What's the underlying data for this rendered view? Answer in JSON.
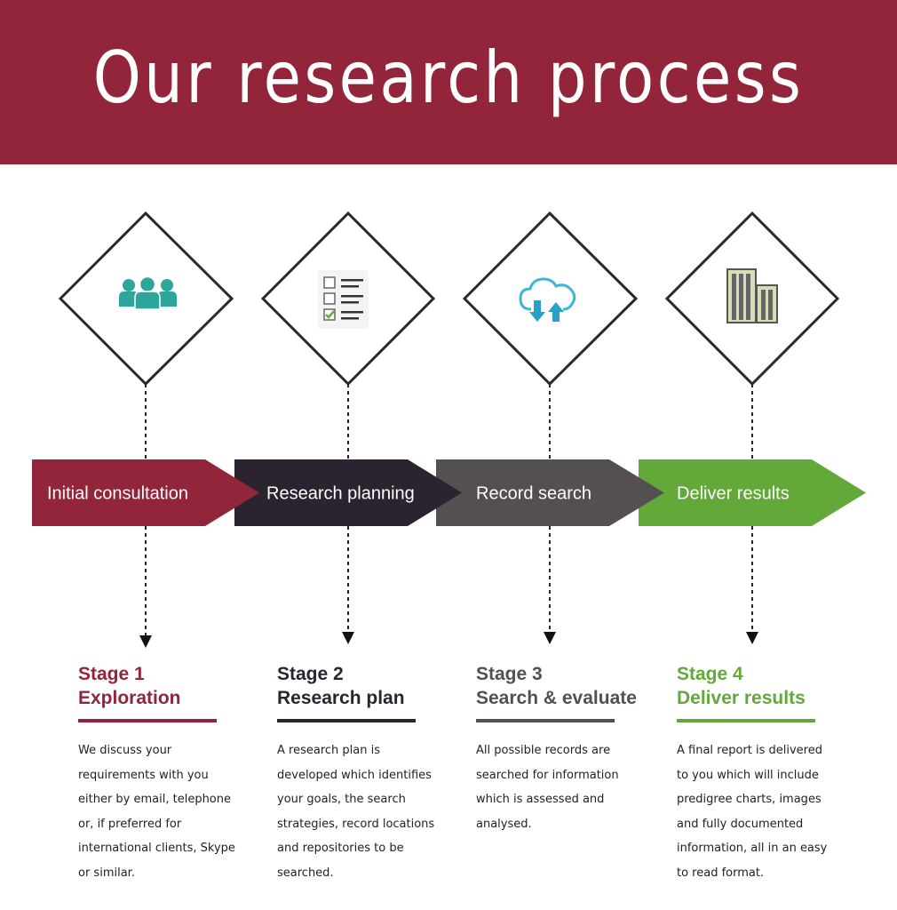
{
  "header": {
    "title": "Our research process",
    "background_color": "#93253b"
  },
  "stages": [
    {
      "arrow_label": "Initial consultation",
      "stage_number": "Stage 1",
      "stage_name": "Exploration",
      "description": "We discuss your requirements with you either by email, telephone or, if preferred for international clients, Skype or similar.",
      "color": "#93253b",
      "icon": "team-icon"
    },
    {
      "arrow_label": "Research planning",
      "stage_number": "Stage 2",
      "stage_name": "Research plan",
      "description": "A research plan is developed which identifies your goals, the search strategies, record locations and repositories to be searched.",
      "color": "#2b2430",
      "icon": "checklist-icon"
    },
    {
      "arrow_label": "Record search",
      "stage_number": "Stage 3",
      "stage_name": "Search & evaluate",
      "description": "All possible records are searched for information which is assessed and analysed.",
      "color": "#545052",
      "icon": "cloud-sync-icon"
    },
    {
      "arrow_label": "Deliver results",
      "stage_number": "Stage 4",
      "stage_name": "Deliver results",
      "description": "A final report is delivered to you which will include predigree charts, images and fully documented information, all in an easy to read format.",
      "color": "#63a93a",
      "icon": "buildings-icon"
    }
  ]
}
